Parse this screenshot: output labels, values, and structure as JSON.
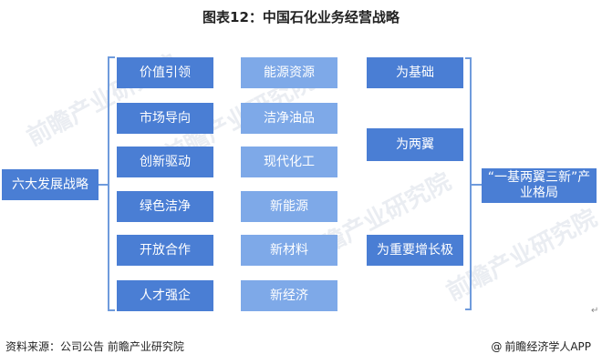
{
  "title": "图表12：中国石化业务经营战略",
  "left_box": "六大发展战略",
  "strategies": [
    "价值引领",
    "市场导向",
    "创新驱动",
    "绿色洁净",
    "开放合作",
    "人才强企"
  ],
  "industries": [
    "能源资源",
    "洁净油品",
    "现代化工",
    "新能源",
    "新材料",
    "新经济"
  ],
  "roles": [
    "为基础",
    "为两翼",
    "为重要增长极"
  ],
  "right_box": "“一基两翼三新”产业格局",
  "footer": {
    "source": "资料来源：公司公告 前瞻产业研究院",
    "brand": "前瞻经济学人APP"
  },
  "watermark": "前瞻产业研究院",
  "colors": {
    "strategy_box": "#4a7ed4",
    "industry_box": "#7ea9e8",
    "role_box": "#4a7ed4",
    "side_box": "#4a7ed4",
    "bracket": "#6f9bdc"
  }
}
